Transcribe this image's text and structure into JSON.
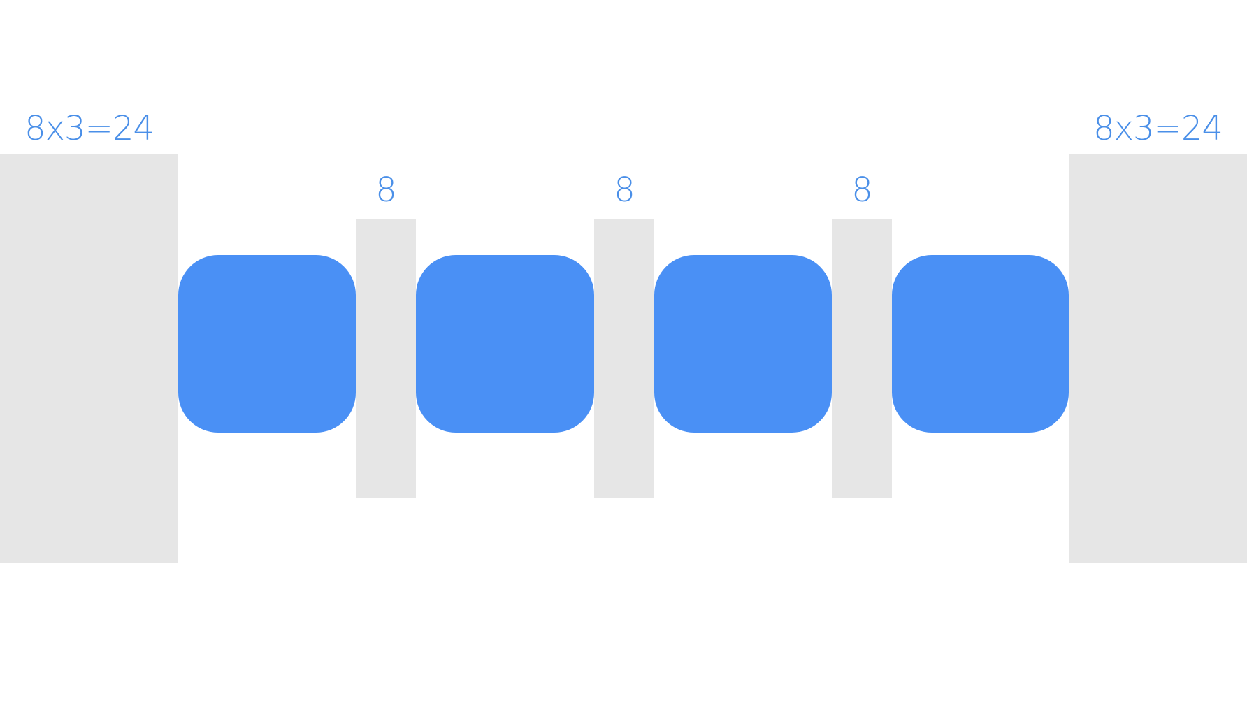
{
  "colors": {
    "tile": "#4a90f5",
    "spacing": "#e6e6e6",
    "label": "#4a8fe8",
    "background": "#ffffff"
  },
  "left_margin": {
    "label": "8x3=24"
  },
  "right_margin": {
    "label": "8x3=24"
  },
  "gutters": [
    {
      "label": "8"
    },
    {
      "label": "8"
    },
    {
      "label": "8"
    }
  ],
  "tile_count": 4
}
